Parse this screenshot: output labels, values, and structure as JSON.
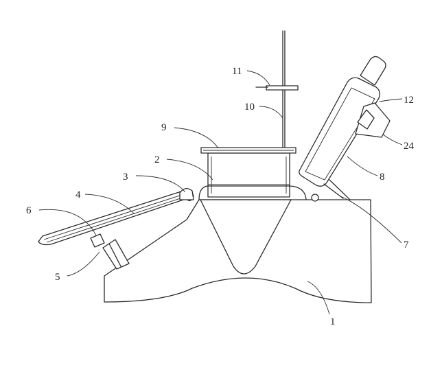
{
  "labels": [
    {
      "id": "1",
      "text": "1"
    },
    {
      "id": "2",
      "text": "2"
    },
    {
      "id": "3",
      "text": "3"
    },
    {
      "id": "4",
      "text": "4"
    },
    {
      "id": "5",
      "text": "5"
    },
    {
      "id": "6",
      "text": "6"
    },
    {
      "id": "7",
      "text": "7"
    },
    {
      "id": "8",
      "text": "8"
    },
    {
      "id": "9",
      "text": "9"
    },
    {
      "id": "10",
      "text": "10"
    },
    {
      "id": "11",
      "text": "11"
    },
    {
      "id": "12",
      "text": "12"
    },
    {
      "id": "24",
      "text": "24"
    }
  ]
}
